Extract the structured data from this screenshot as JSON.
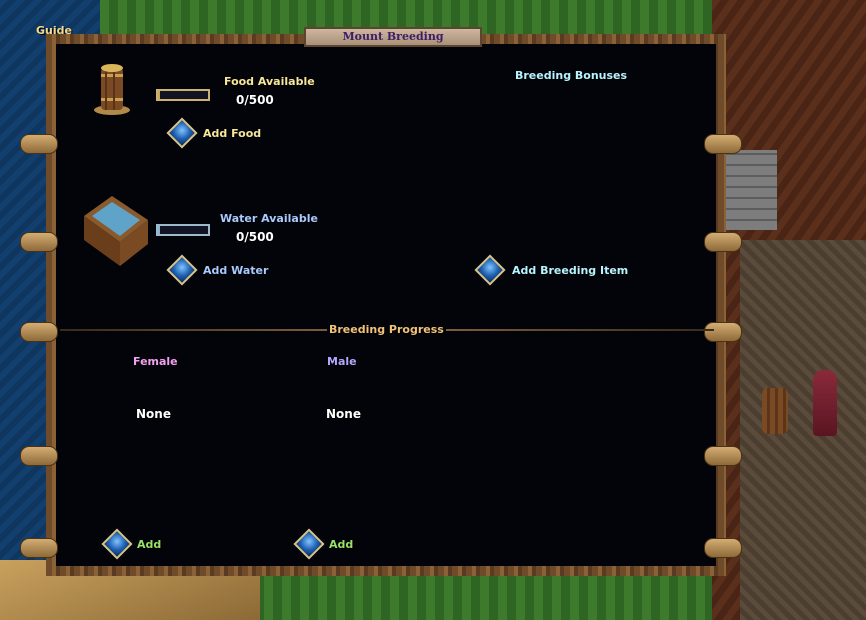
{
  "guide": {
    "label": "Guide"
  },
  "window": {
    "title": "Mount Breeding"
  },
  "food": {
    "label": "Food Available",
    "value": "0/500",
    "fill_fraction": 0,
    "button_label": "Add Food"
  },
  "water": {
    "label": "Water Available",
    "value": "0/500",
    "fill_fraction": 0,
    "button_label": "Add Water"
  },
  "bonuses": {
    "heading": "Breeding Bonuses",
    "add_item_label": "Add Breeding Item"
  },
  "progress": {
    "heading": "Breeding Progress",
    "female": {
      "label": "Female",
      "value": "None",
      "add_label": "Add"
    },
    "male": {
      "label": "Male",
      "value": "None",
      "add_label": "Add"
    }
  },
  "icons": {
    "food": "barrel-icon",
    "water": "water-trough-icon",
    "buttons": "blue-gem-button-icon",
    "guide": "orb-icon"
  },
  "colors": {
    "panel_bg": "#03040a",
    "frame": "#6b4a2b",
    "gold_text": "#f6e79a",
    "female_text": "#f4a0f4",
    "male_text": "#b7a6ff",
    "add_text": "#9be06a"
  }
}
